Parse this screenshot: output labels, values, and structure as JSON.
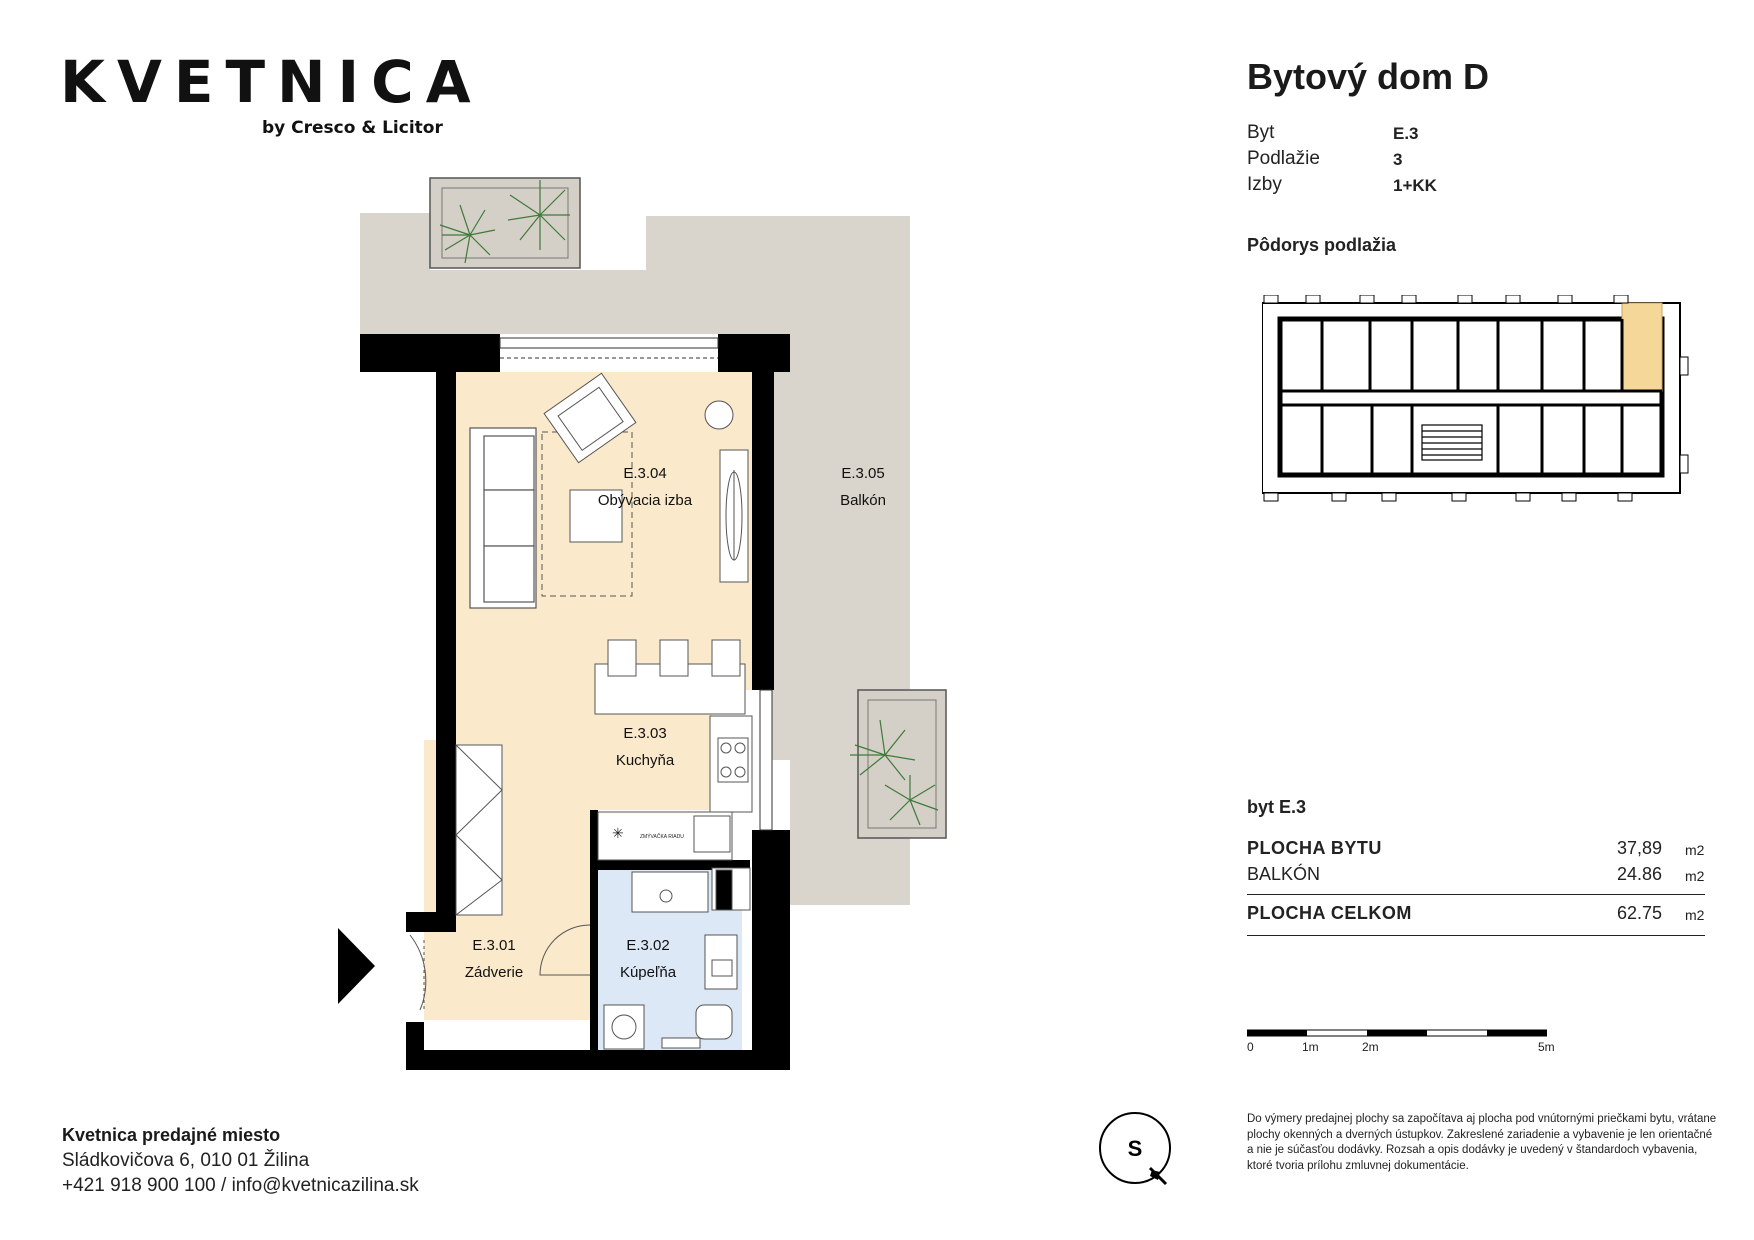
{
  "brand": {
    "name": "KVETNICA",
    "tagline": "by Cresco & Licitor"
  },
  "building": {
    "title": "Bytový dom D"
  },
  "apartment_info": [
    {
      "label": "Byt",
      "value": "E.3"
    },
    {
      "label": "Podlažie",
      "value": "3"
    },
    {
      "label": "Izby",
      "value": "1+KK"
    }
  ],
  "floor_plan_heading": "Pôdorys podlažia",
  "rooms": [
    {
      "code": "E.3.04",
      "name": "Obývacia izba"
    },
    {
      "code": "E.3.05",
      "name": "Balkón"
    },
    {
      "code": "E.3.03",
      "name": "Kuchyňa"
    },
    {
      "code": "E.3.01",
      "name": "Zádverie"
    },
    {
      "code": "E.3.02",
      "name": "Kúpeľňa"
    }
  ],
  "appliance_label": "ZMÝVAČKA RIADU",
  "areas": {
    "heading": "byt E.3",
    "rows": [
      {
        "label": "PLOCHA BYTU",
        "value": "37,89",
        "unit": "m2"
      },
      {
        "label": "BALKÓN",
        "value": "24.86",
        "unit": "m2"
      }
    ],
    "total": {
      "label": "PLOCHA CELKOM",
      "value": "62.75",
      "unit": "m2"
    }
  },
  "scale_bar": {
    "labels": [
      "0",
      "1m",
      "2m",
      "5m"
    ]
  },
  "compass": {
    "letter": "S"
  },
  "disclaimer": "Do výmery predajnej plochy sa započítava aj plocha pod vnútornými priečkami bytu, vrátane plochy okenných a dverných ústupkov. Zakreslené zariadenie a vybavenie je len orientačné a nie je súčasťou dodávky. Rozsah a opis dodávky je uvedený v štandardoch vybavenia, ktoré tvoria prílohu zmluvnej dokumentácie.",
  "contact": {
    "heading": "Kvetnica predajné miesto",
    "address": "Sládkovičova 6, 010 01 Žilina",
    "phone_email": "+421 918 900 100 / info@kvetnicazilina.sk"
  },
  "colors": {
    "terrace": "#d9d5cc",
    "living": "#faeacb",
    "bathroom": "#dde8f7",
    "walls": "#000000",
    "highlight": "#f5d79a"
  },
  "icons": {
    "entrance": "entrance-arrow-icon",
    "compass": "compass-icon",
    "plants": "plant-icon"
  }
}
